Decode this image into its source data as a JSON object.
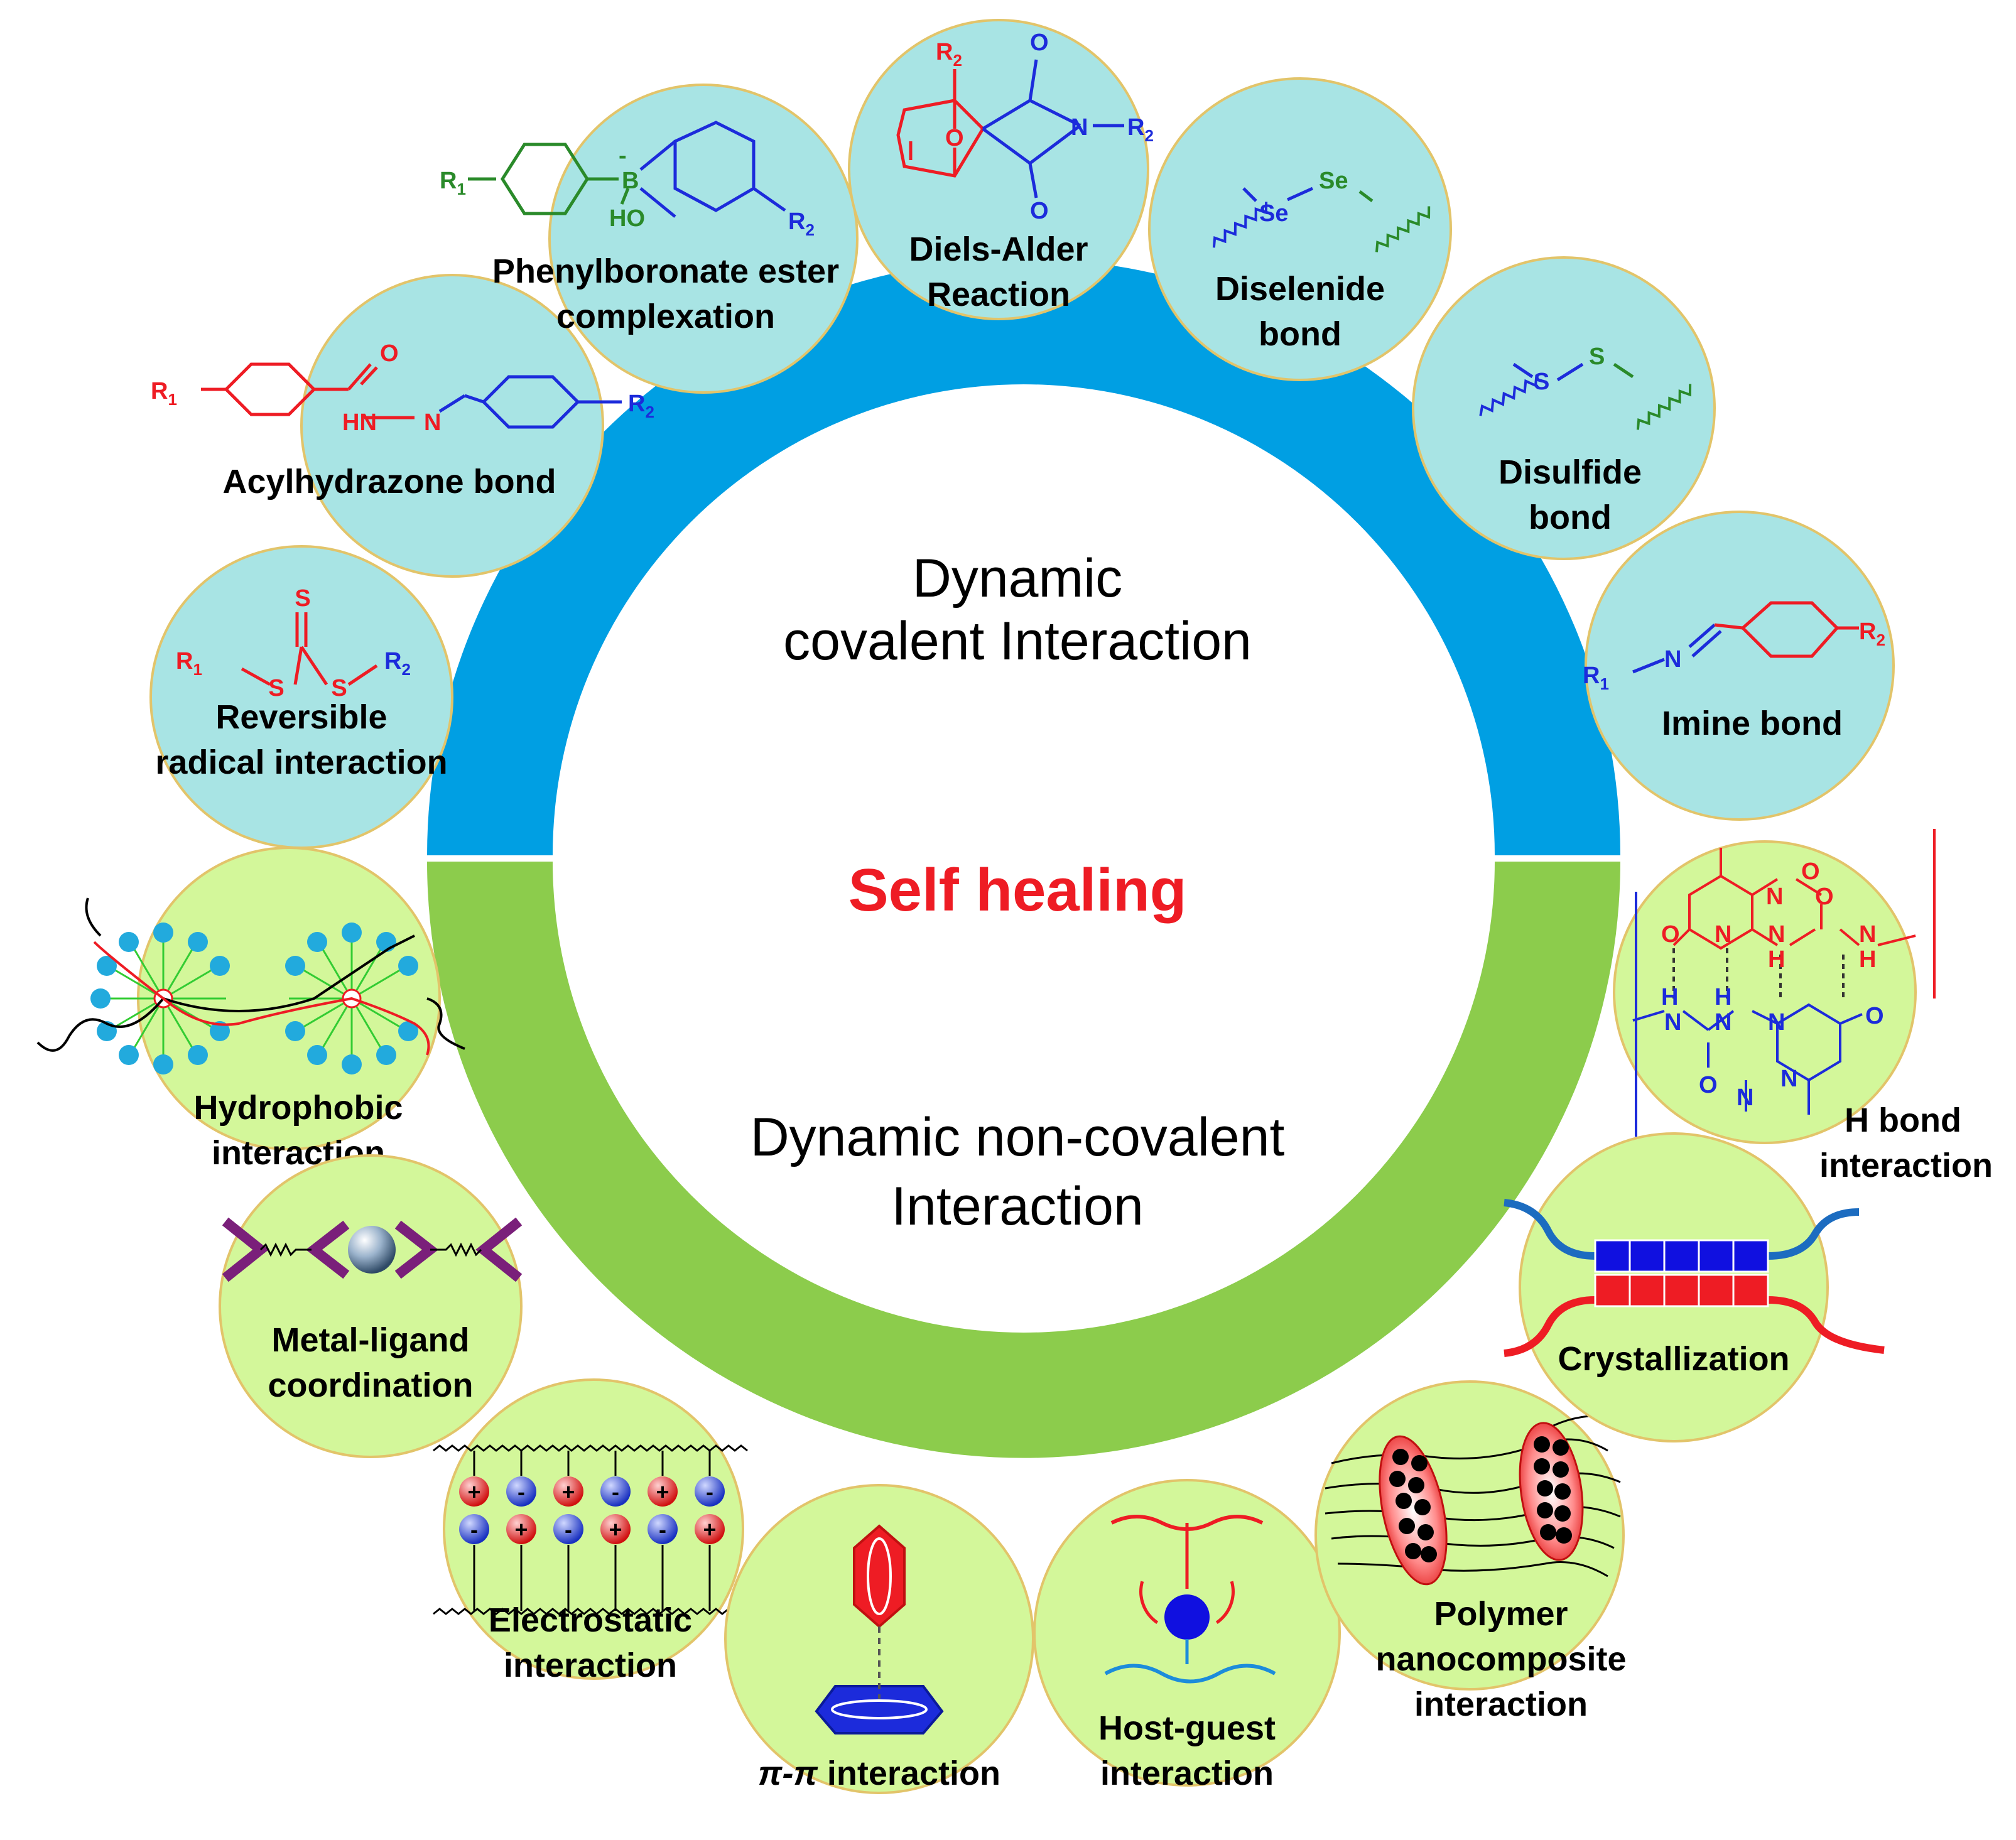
{
  "center": {
    "covalent_line1": "Dynamic",
    "covalent_line2": "covalent Interaction",
    "title": "Self healing",
    "noncovalent_line1": "Dynamic non-covalent",
    "noncovalent_line2": "Interaction"
  },
  "colors": {
    "covalent_ring": "#009fe3",
    "noncovalent_ring": "#8ccc4c",
    "covalent_bubble": "#a8e4e4",
    "noncovalent_bubble": "#d3f79a",
    "title": "#ee1c24"
  },
  "covalent": {
    "radical": {
      "line1": "Reversible",
      "line2": "radical interaction"
    },
    "acylhydrazone": {
      "line1": "Acylhydrazone bond"
    },
    "boronate": {
      "line1": "Phenylboronate ester",
      "line2": "complexation"
    },
    "diels": {
      "line1": "Diels-Alder",
      "line2": "Reaction"
    },
    "diselenide": {
      "line1": "Diselenide",
      "line2": "bond"
    },
    "disulfide": {
      "line1": "Disulfide",
      "line2": "bond"
    },
    "imine": {
      "line1": "Imine bond"
    }
  },
  "noncovalent": {
    "hydrophobic": {
      "line1": "Hydrophobic",
      "line2": "interaction"
    },
    "metal": {
      "line1": "Metal-ligand",
      "line2": "coordination"
    },
    "electrostatic": {
      "line1": "Electrostatic",
      "line2": "interaction"
    },
    "pipi": {
      "greek": "π-π",
      "line1": " interaction"
    },
    "hostguest": {
      "line1": "Host-guest",
      "line2": "interaction"
    },
    "polymer": {
      "line1": "Polymer",
      "line2": "nanocomposite",
      "line3": "interaction"
    },
    "crystal": {
      "line1": "Crystallization"
    },
    "hbond": {
      "line1": "H bond",
      "line2": "interaction"
    }
  },
  "chem": {
    "R1": "R",
    "R2": "R",
    "sub1": "1",
    "sub2": "2",
    "S": "S",
    "O": "O",
    "N": "N",
    "B": "B",
    "HO": "HO",
    "Se": "Se",
    "HN": "HN",
    "H": "H",
    "minus": "-",
    "plus": "+"
  }
}
